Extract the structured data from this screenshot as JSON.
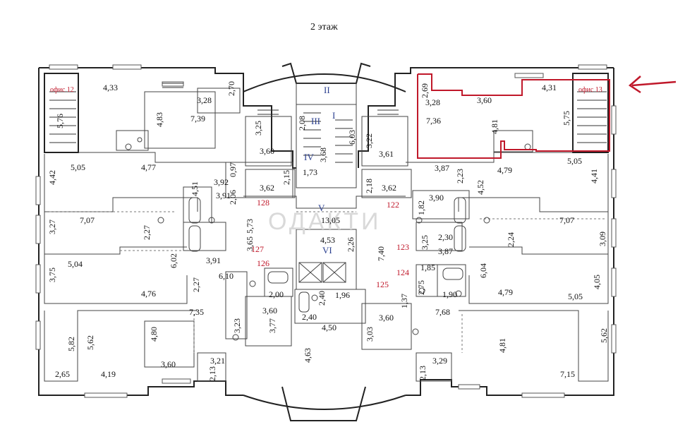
{
  "title": "2 этаж",
  "watermark": "ОДАКТИ",
  "offices": [
    "офис 12",
    "офис 13"
  ],
  "highlight_color": "#c0182a",
  "roman_color": "#2a3f8f",
  "roman": [
    "I",
    "II",
    "III",
    "IV",
    "V",
    "VI"
  ],
  "units": [
    "128",
    "122",
    "127",
    "126",
    "123",
    "124",
    "125"
  ],
  "dims_h": [
    "4,33",
    "3,28",
    "7,39",
    "3,60",
    "5,05",
    "4,77",
    "3,92",
    "3,91",
    "3,62",
    "7,07",
    "5,04",
    "3,91",
    "6,10",
    "4,76",
    "7,35",
    "3,60",
    "2,00",
    "3,60",
    "4,19",
    "3,21",
    "2,65",
    "3,28",
    "3,60",
    "7,36",
    "4,31",
    "3,61",
    "3,87",
    "4,79",
    "5,05",
    "3,62",
    "3,90",
    "7,07",
    "2,30",
    "3,87",
    "1,85",
    "1,90",
    "4,79",
    "5,05",
    "7,68",
    "3,60",
    "3,29",
    "7,15",
    "1,73",
    "13,05",
    "4,53",
    "1,96",
    "2,40",
    "4,50"
  ],
  "dims_v": [
    "2,70",
    "5,76",
    "4,83",
    "3,25",
    "0,97",
    "2,15",
    "4,42",
    "4,51",
    "2,06",
    "3,27",
    "2,27",
    "5,73",
    "3,65",
    "3,75",
    "6,02",
    "2,27",
    "3,77",
    "3,23",
    "4,80",
    "5,82",
    "5,62",
    "2,13",
    "2,08",
    "3,68",
    "6,03",
    "3,22",
    "2,69",
    "4,81",
    "5,75",
    "2,18",
    "2,23",
    "4,52",
    "4,41",
    "1,82",
    "3,09",
    "3,25",
    "2,24",
    "7,40",
    "6,04",
    "4,05",
    "2,75",
    "1,37",
    "2,26",
    "2,40",
    "3,03",
    "4,63",
    "4,81",
    "5,62",
    "2,13"
  ],
  "icons": [
    "arrow-icon"
  ]
}
